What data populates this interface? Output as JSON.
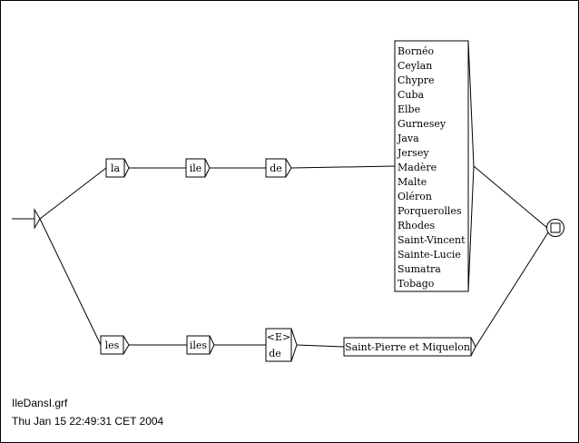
{
  "graph": {
    "path_upper": {
      "la": "la",
      "ile": "ile",
      "de": "de",
      "islands": [
        "Bornéo",
        "Ceylan",
        "Chypre",
        "Cuba",
        "Elbe",
        "Gurnesey",
        "Java",
        "Jersey",
        "Madère",
        "Malte",
        "Oléron",
        "Porquerolles",
        "Rhodes",
        "Saint-Vincent",
        "Sainte-Lucie",
        "Sumatra",
        "Tobago"
      ]
    },
    "path_lower": {
      "les": "les",
      "iles": "iles",
      "optional": [
        "<E>",
        "de"
      ],
      "saint_pierre": "Saint-Pierre et Miquelon"
    }
  },
  "footer": {
    "filename": "IleDansI.grf",
    "timestamp": "Thu Jan 15 22:49:31 CET 2004"
  }
}
